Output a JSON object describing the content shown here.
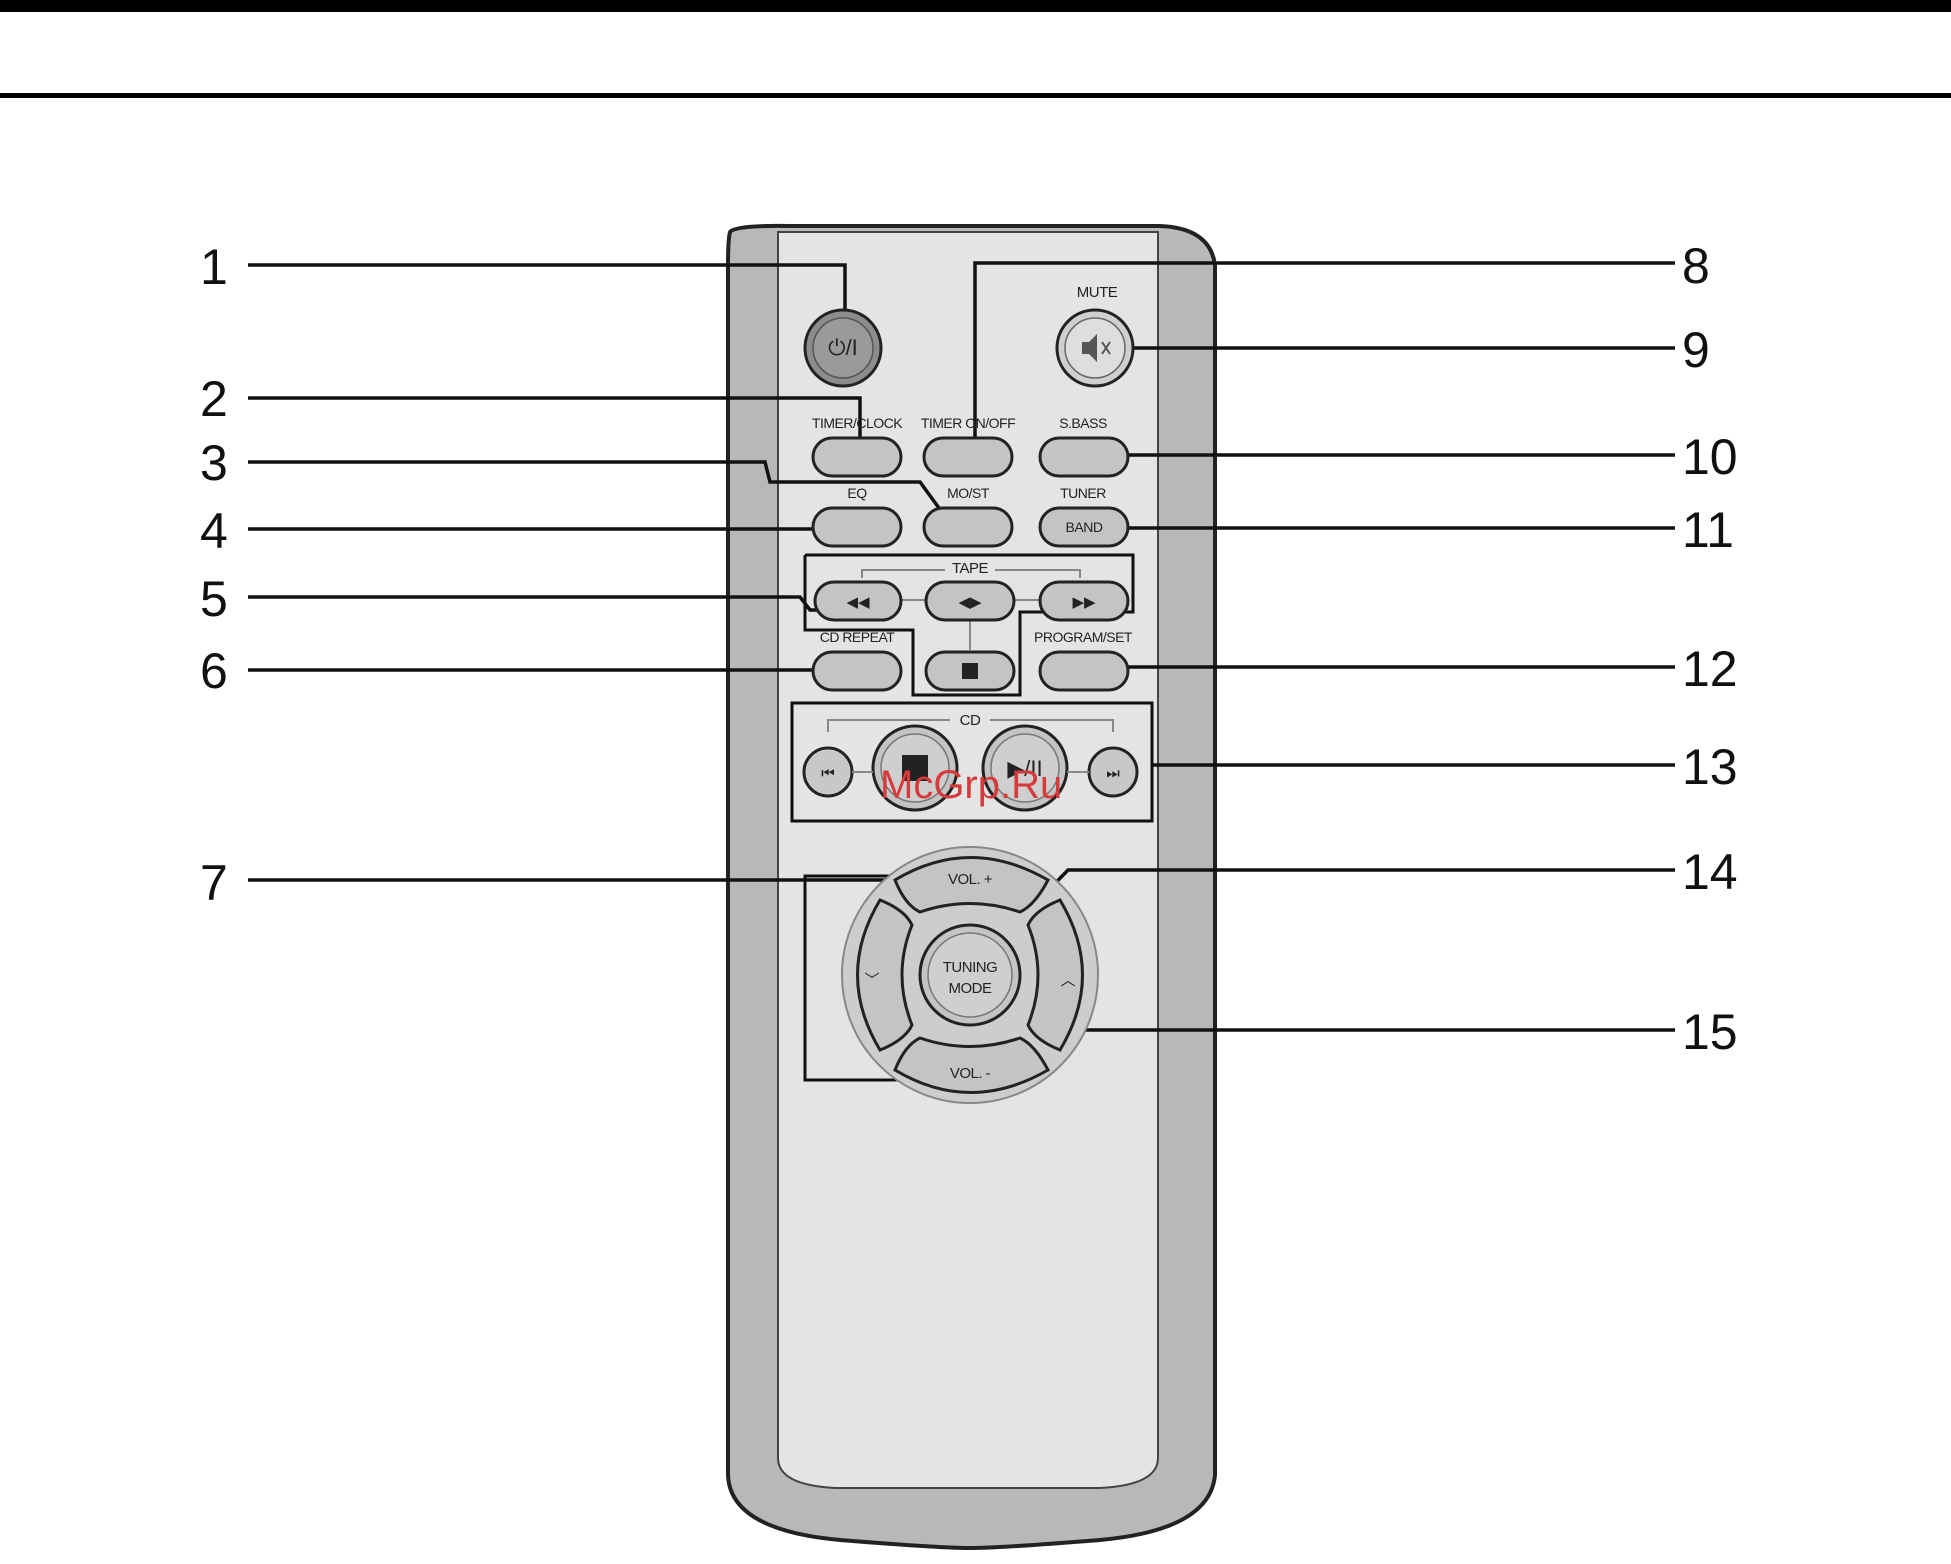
{
  "callouts": {
    "c1": "1",
    "c2": "2",
    "c3": "3",
    "c4": "4",
    "c5": "5",
    "c6": "6",
    "c7": "7",
    "c8": "8",
    "c9": "9",
    "c10": "10",
    "c11": "11",
    "c12": "12",
    "c13": "13",
    "c14": "14",
    "c15": "15"
  },
  "remote": {
    "power_label": "⏻/I",
    "mute_label": "MUTE",
    "timer_clock": "TIMER/CLOCK",
    "timer_onoff": "TIMER ON/OFF",
    "sbass": "S.BASS",
    "eq": "EQ",
    "mo_st": "MO/ST",
    "tuner": "TUNER",
    "band": "BAND",
    "tape": "TAPE",
    "cd_repeat": "CD REPEAT",
    "program_set": "PROGRAM/SET",
    "cd": "CD",
    "play_pause": "▶/II",
    "vol_plus": "VOL. +",
    "vol_minus": "VOL. -",
    "tuning": "TUNING",
    "mode": "MODE"
  },
  "watermark": "McGrp.Ru"
}
